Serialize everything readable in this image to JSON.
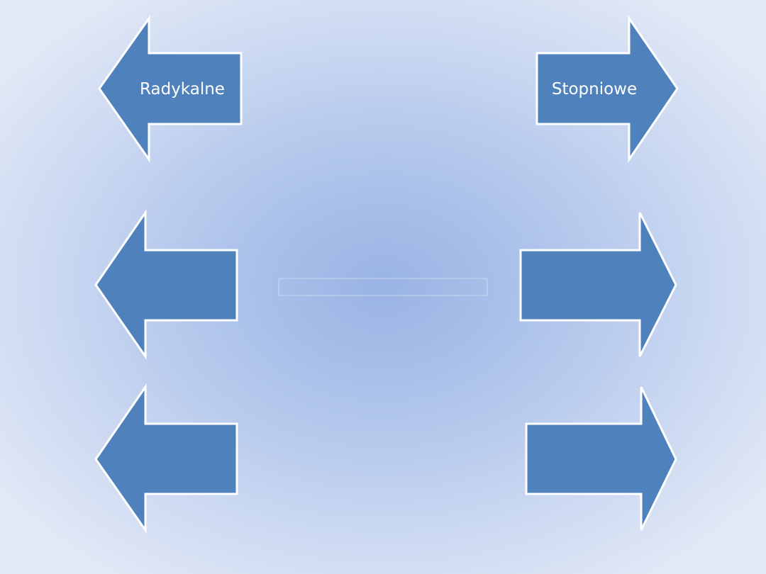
{
  "colors": {
    "arrow_fill": "#4f81bd",
    "arrow_stroke": "#ffffff"
  },
  "arrows": [
    {
      "direction": "left",
      "label": "Radykalne"
    },
    {
      "direction": "right",
      "label": "Stopniowe"
    },
    {
      "direction": "left",
      "label": ""
    },
    {
      "direction": "right",
      "label": ""
    },
    {
      "direction": "left",
      "label": ""
    },
    {
      "direction": "right",
      "label": ""
    }
  ]
}
